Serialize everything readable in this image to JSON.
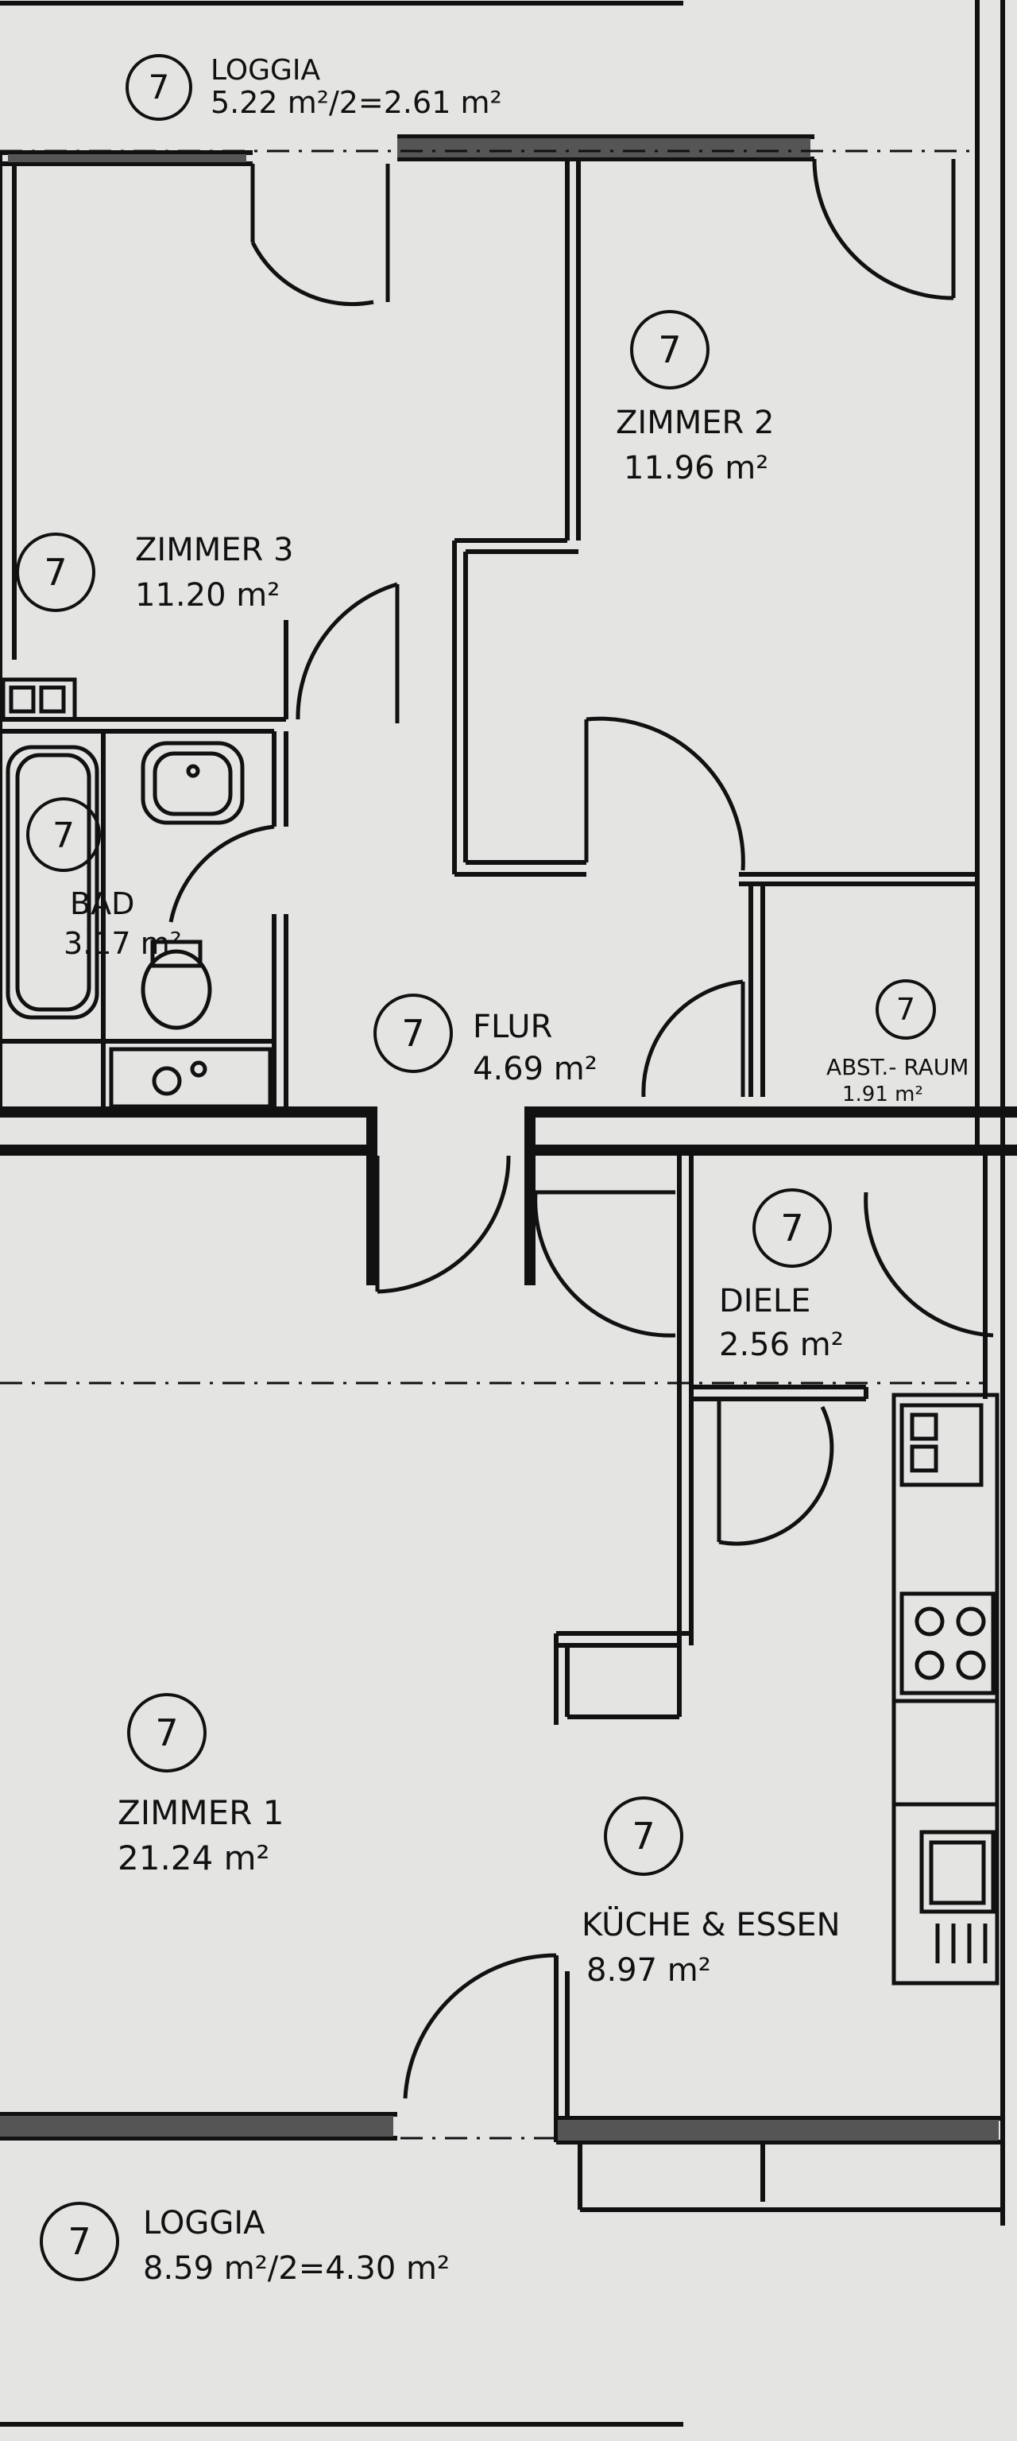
{
  "floorplan": {
    "marker": "7",
    "rooms": {
      "loggia_top": {
        "name": "LOGGIA",
        "area": "5.22 m²/2=2.61 m²"
      },
      "zimmer_2": {
        "name": "ZIMMER 2",
        "area": "11.96 m²"
      },
      "zimmer_3": {
        "name": "ZIMMER 3",
        "area": "11.20 m²"
      },
      "bad": {
        "name": "BAD",
        "area": "3.17 m²"
      },
      "flur": {
        "name": "FLUR",
        "area": "4.69 m²"
      },
      "abst_raum": {
        "name": "ABST.- RAUM",
        "area": "1.91 m²"
      },
      "diele": {
        "name": "DIELE",
        "area": "2.56 m²"
      },
      "zimmer_1": {
        "name": "ZIMMER 1",
        "area": "21.24 m²"
      },
      "kueche": {
        "name": "KÜCHE & ESSEN",
        "area": "8.97 m²"
      },
      "loggia_bottom": {
        "name": "LOGGIA",
        "area": "8.59 m²/2=4.30 m²"
      }
    }
  }
}
